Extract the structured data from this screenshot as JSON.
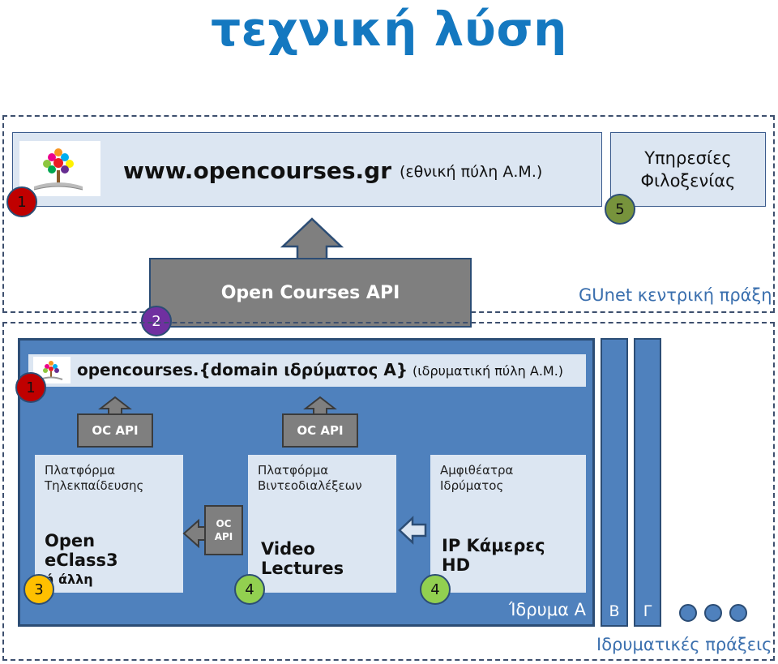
{
  "title": "τεχνική λύση",
  "national_portal": {
    "url": "www.opencourses.gr",
    "note": "(εθνική πύλη Α.Μ.)",
    "badge": "1"
  },
  "hosting": {
    "line1": "Υπηρεσίες",
    "line2": "Φιλοξενίας",
    "badge": "5"
  },
  "api": {
    "label": "Open Courses API",
    "badge": "2"
  },
  "central_label": "GUnet κεντρική πράξη",
  "institution": {
    "url": "opencourses.{domain ιδρύματος Α}",
    "note": "(ιδρυματική πύλη Α.Μ.)",
    "badge": "1",
    "name": "Ίδρυμα Α",
    "oc_api_1": "OC API",
    "oc_api_2": "OC API",
    "oc_api_small_1": "OC",
    "oc_api_small_2": "API",
    "platforms": [
      {
        "sub1": "Πλατφόρμα",
        "sub2": "Τηλεκπαίδευσης",
        "name": "Open eClass3",
        "extra": "ή άλλη",
        "badge": "3"
      },
      {
        "sub1": "Πλατφόρμα",
        "sub2": "Βιντεοδιαλέξεων",
        "name": "Video Lectures",
        "extra": "",
        "badge": "4"
      },
      {
        "sub1": "Αμφιθέατρα",
        "sub2": "Ιδρύματος",
        "name": "IP Κάμερες HD",
        "extra": "",
        "badge": "4"
      }
    ]
  },
  "other_institutions": [
    "Β",
    "Γ"
  ],
  "institutional_label": "Ιδρυματικές πράξεις",
  "colors": {
    "title": "#1478c0",
    "box_blue": "#4f81bd",
    "light_blue": "#dce6f2",
    "badge_red": "#c00000",
    "badge_green": "#77933c",
    "badge_lime": "#92d050",
    "badge_yellow": "#ffc000",
    "badge_purple": "#7030a0",
    "api_gray": "#7f7f7f"
  }
}
